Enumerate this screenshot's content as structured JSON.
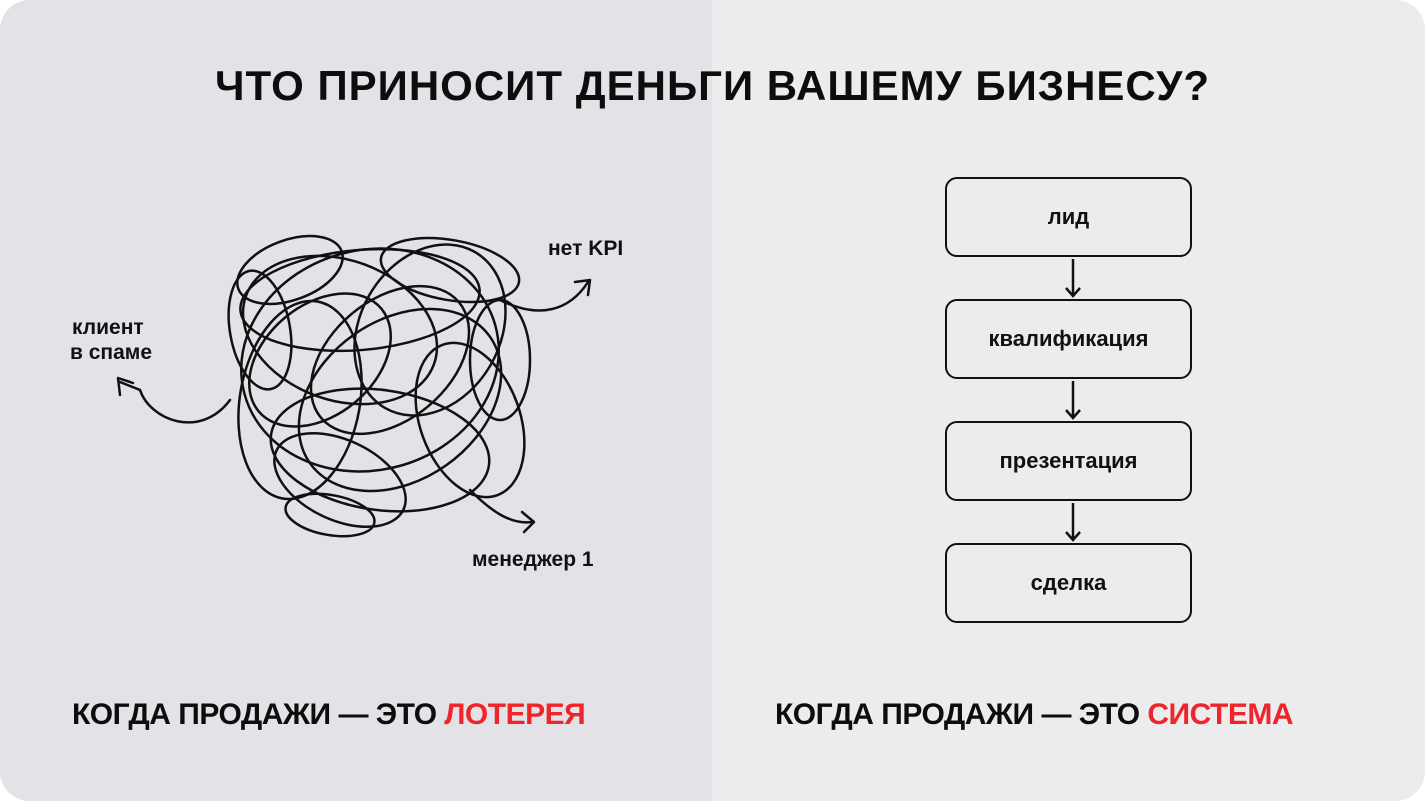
{
  "title": "ЧТО ПРИНОСИТ ДЕНЬГИ ВАШЕМУ БИЗНЕСУ?",
  "left": {
    "labels": {
      "no_kpi": "нет KPI",
      "client_spam_1": "клиент",
      "client_spam_2": "в спаме",
      "manager": "менеджер 1"
    },
    "caption_prefix": "КОГДА ПРОДАЖИ — ЭТО ",
    "caption_accent": "ЛОТЕРЕЯ"
  },
  "right": {
    "steps": [
      "лид",
      "квалификация",
      "презентация",
      "сделка"
    ],
    "caption_prefix": "КОГДА ПРОДАЖИ — ЭТО ",
    "caption_accent": "СИСТЕМА"
  },
  "colors": {
    "accent": "#f0252a",
    "ink": "#111111"
  }
}
